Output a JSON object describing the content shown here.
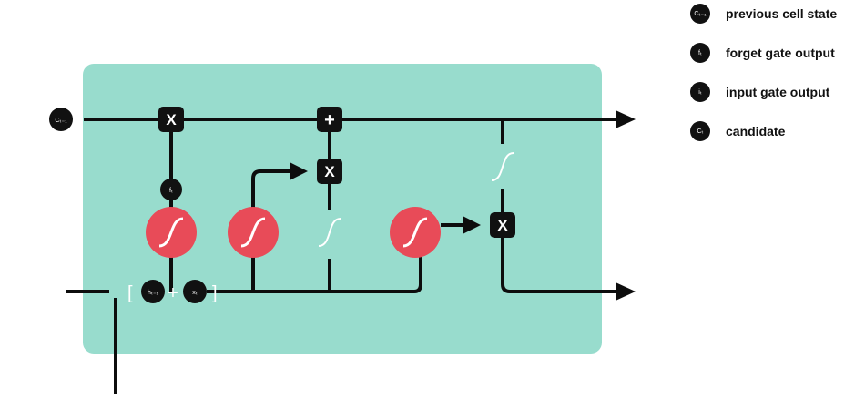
{
  "colors": {
    "cell_background": "#98dccd",
    "line": "#0d0d0d",
    "sigmoid_fill": "#e84b58",
    "node_fill": "#111111",
    "dim_curve": "#ffffff"
  },
  "nodes": {
    "c_prev": "Cₜ₋₁",
    "f_t": "fₜ",
    "h_prev": "hₜ₋₁",
    "x_t": "xₜ"
  },
  "operations": {
    "forget_multiply": "X",
    "add": "+",
    "input_multiply": "X",
    "output_multiply": "X",
    "concat_plus": "+"
  },
  "brackets": {
    "open": "[",
    "close": "]"
  },
  "icons": {
    "sigmoid": "sigmoid-curve-icon",
    "tanh": "tanh-curve-icon",
    "arrow": "arrow-right-icon"
  },
  "legend": [
    {
      "symbol": "Cₜ₋₁",
      "label": "previous cell state"
    },
    {
      "symbol": "fₜ",
      "label": "forget gate output"
    },
    {
      "symbol": "iₜ",
      "label": "input gate output"
    },
    {
      "symbol": "Cₜ",
      "label": "candidate"
    }
  ]
}
